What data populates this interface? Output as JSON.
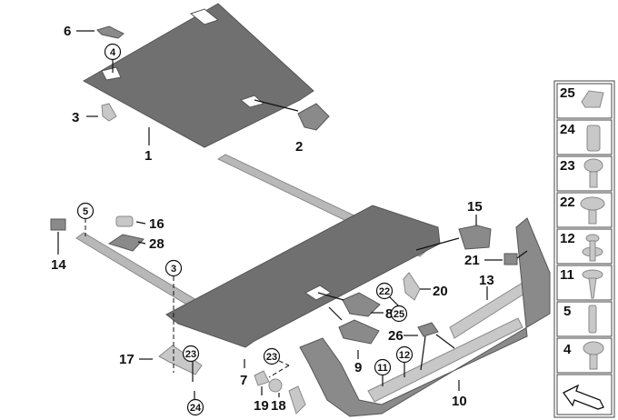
{
  "diagram": {
    "callouts": [
      "6",
      "4",
      "3",
      "1",
      "2",
      "15",
      "5",
      "16",
      "28",
      "14",
      "3",
      "21",
      "20",
      "22",
      "25",
      "8",
      "13",
      "26",
      "12",
      "11",
      "10",
      "9",
      "7",
      "17",
      "23",
      "24",
      "23",
      "19",
      "18"
    ],
    "legend": [
      "25",
      "24",
      "23",
      "22",
      "12",
      "11",
      "5",
      "4"
    ],
    "colors": {
      "panel": "#707070",
      "rail": "#b8b8b8",
      "line": "#111111"
    }
  }
}
